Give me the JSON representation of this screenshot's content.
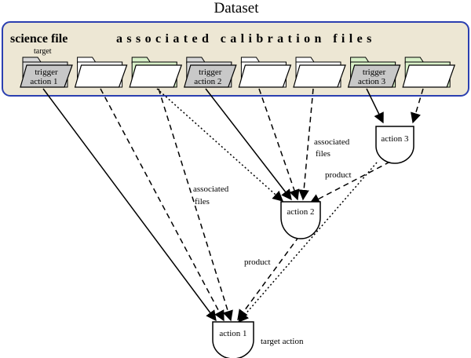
{
  "title": "Dataset",
  "header": {
    "science_file": "science file",
    "associated_files": "associated calibration files"
  },
  "folders": [
    {
      "tag": "target",
      "line1": "trigger",
      "line2": "action 1",
      "color": "#c8c8c8"
    },
    {
      "tag": "",
      "line1": "",
      "line2": "",
      "color": "#ffffff"
    },
    {
      "tag": "",
      "line1": "",
      "line2": "",
      "color": "#ffffff"
    },
    {
      "tag": "",
      "line1": "trigger",
      "line2": "action 2",
      "color": "#c8c8c8"
    },
    {
      "tag": "",
      "line1": "",
      "line2": "",
      "color": "#ffffff"
    },
    {
      "tag": "",
      "line1": "",
      "line2": "",
      "color": "#ffffff"
    },
    {
      "tag": "",
      "line1": "trigger",
      "line2": "action 3",
      "color": "#c8c8c8"
    },
    {
      "tag": "",
      "line1": "",
      "line2": "",
      "color": "#ffffff"
    }
  ],
  "folder_tab_colors": [
    "#d8d8d8",
    "#ffffff",
    "#d8f0c8",
    "#d8d8d8",
    "#ffffff",
    "#ffffff",
    "#d8f0c8",
    "#d8f0c8"
  ],
  "actions": {
    "action1": "action 1",
    "action2": "action 2",
    "action3": "action 3"
  },
  "labels": {
    "associated_files_1a": "associated",
    "associated_files_1b": "files",
    "associated_files_2a": "associated",
    "associated_files_2b": "files",
    "product_1": "product",
    "product_2": "product",
    "target_action": "target action"
  },
  "colors": {
    "panel_fill": "#ede7d4",
    "panel_border": "#2b3fb0",
    "line": "#000000"
  }
}
